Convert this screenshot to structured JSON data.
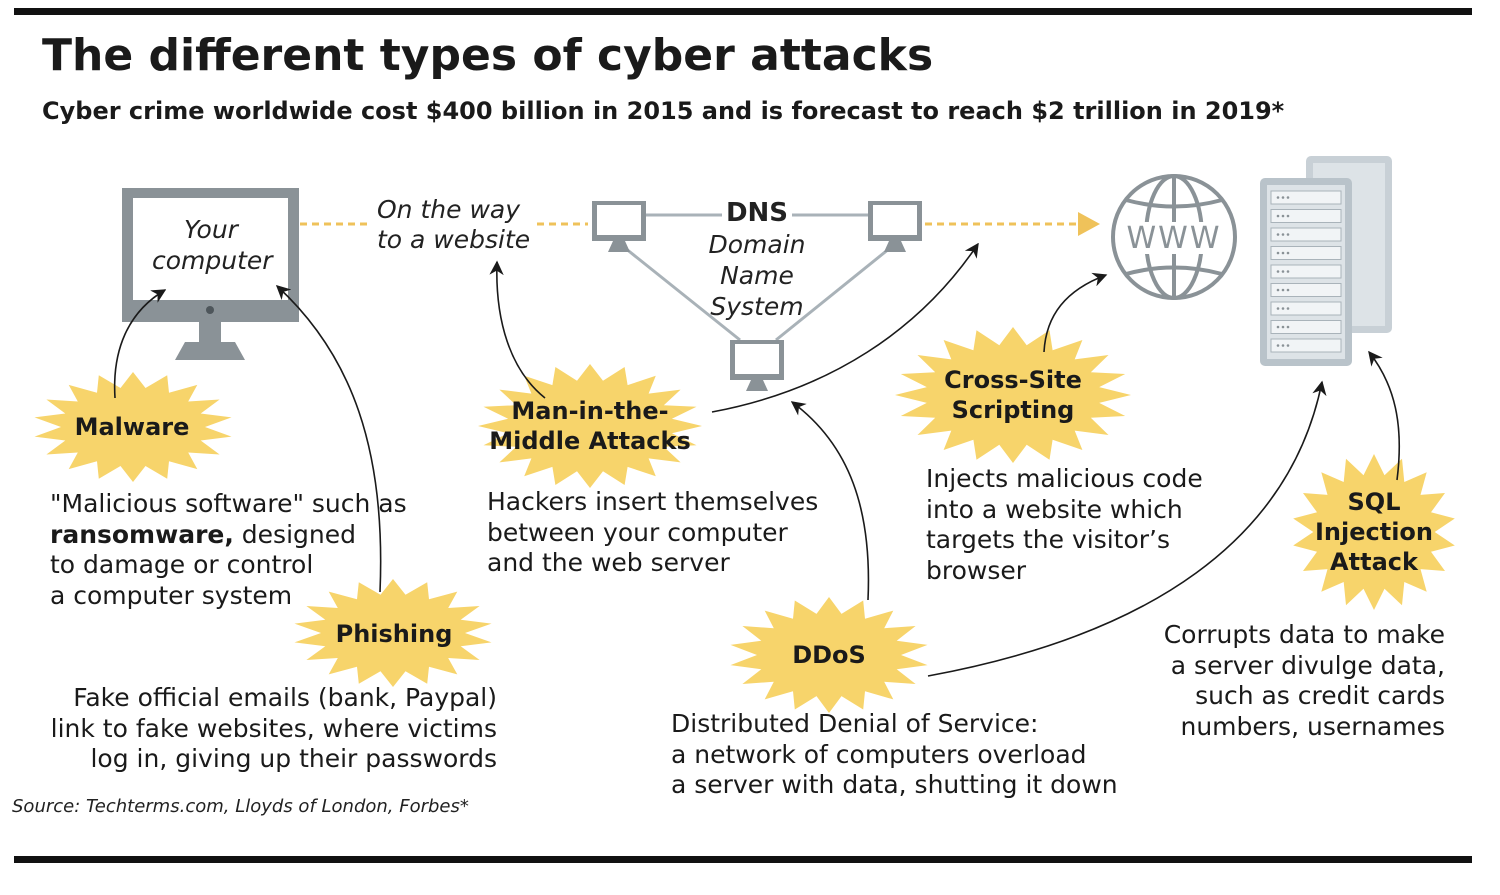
{
  "title": "The different types of cyber attacks",
  "subtitle": "Cyber crime worldwide cost $400 billion in 2015 and is forecast to reach $2 trillion in 2019*",
  "your_computer": {
    "line1": "Your",
    "line2": "computer"
  },
  "on_the_way": {
    "line1": "On the way",
    "line2": "to a website"
  },
  "dns": {
    "acronym": "DNS",
    "line1": "Domain",
    "line2": "Name",
    "line3": "System"
  },
  "www_label": "WWW",
  "attacks": {
    "malware": {
      "name": "Malware",
      "desc": {
        "line1": "\"Malicious software\" such as",
        "line2_bold": "ransomware,",
        "line2_rest": " designed",
        "line3": "to damage or control",
        "line4": "a computer system"
      }
    },
    "phishing": {
      "name": "Phishing",
      "desc": {
        "line1": "Fake official emails (bank,  Paypal)",
        "line2": "link to fake websites, where victims",
        "line3": "log in, giving up their passwords"
      }
    },
    "mitm": {
      "name_line1": "Man-in-the-",
      "name_line2": "Middle Attacks",
      "desc": {
        "line1": "Hackers insert themselves",
        "line2": "between your computer",
        "line3": "and the web server"
      }
    },
    "xss": {
      "name_line1": "Cross-Site",
      "name_line2": "Scripting",
      "desc": {
        "line1": "Injects malicious code",
        "line2": "into a website which",
        "line3": "targets the visitor’s",
        "line4": "browser"
      }
    },
    "ddos": {
      "name": "DDoS",
      "desc": {
        "line1": "Distributed Denial of Service:",
        "line2": "a network of computers overload",
        "line3": "a server with data, shutting it down"
      }
    },
    "sql": {
      "name_line1": "SQL",
      "name_line2": "Injection",
      "name_line3": "Attack",
      "desc": {
        "line1": "Corrupts data to make",
        "line2": "a server divulge data,",
        "line3": "such as credit cards",
        "line4": "numbers, usernames"
      }
    }
  },
  "source": "Source: Techterms.com, Lloyds of London, Forbes*",
  "colors": {
    "burst": "#f7d46b",
    "device_gray": "#8a9297",
    "light_gray": "#c8d0d6",
    "dashed_arrow": "#efc25a",
    "text": "#1a1a1a"
  }
}
